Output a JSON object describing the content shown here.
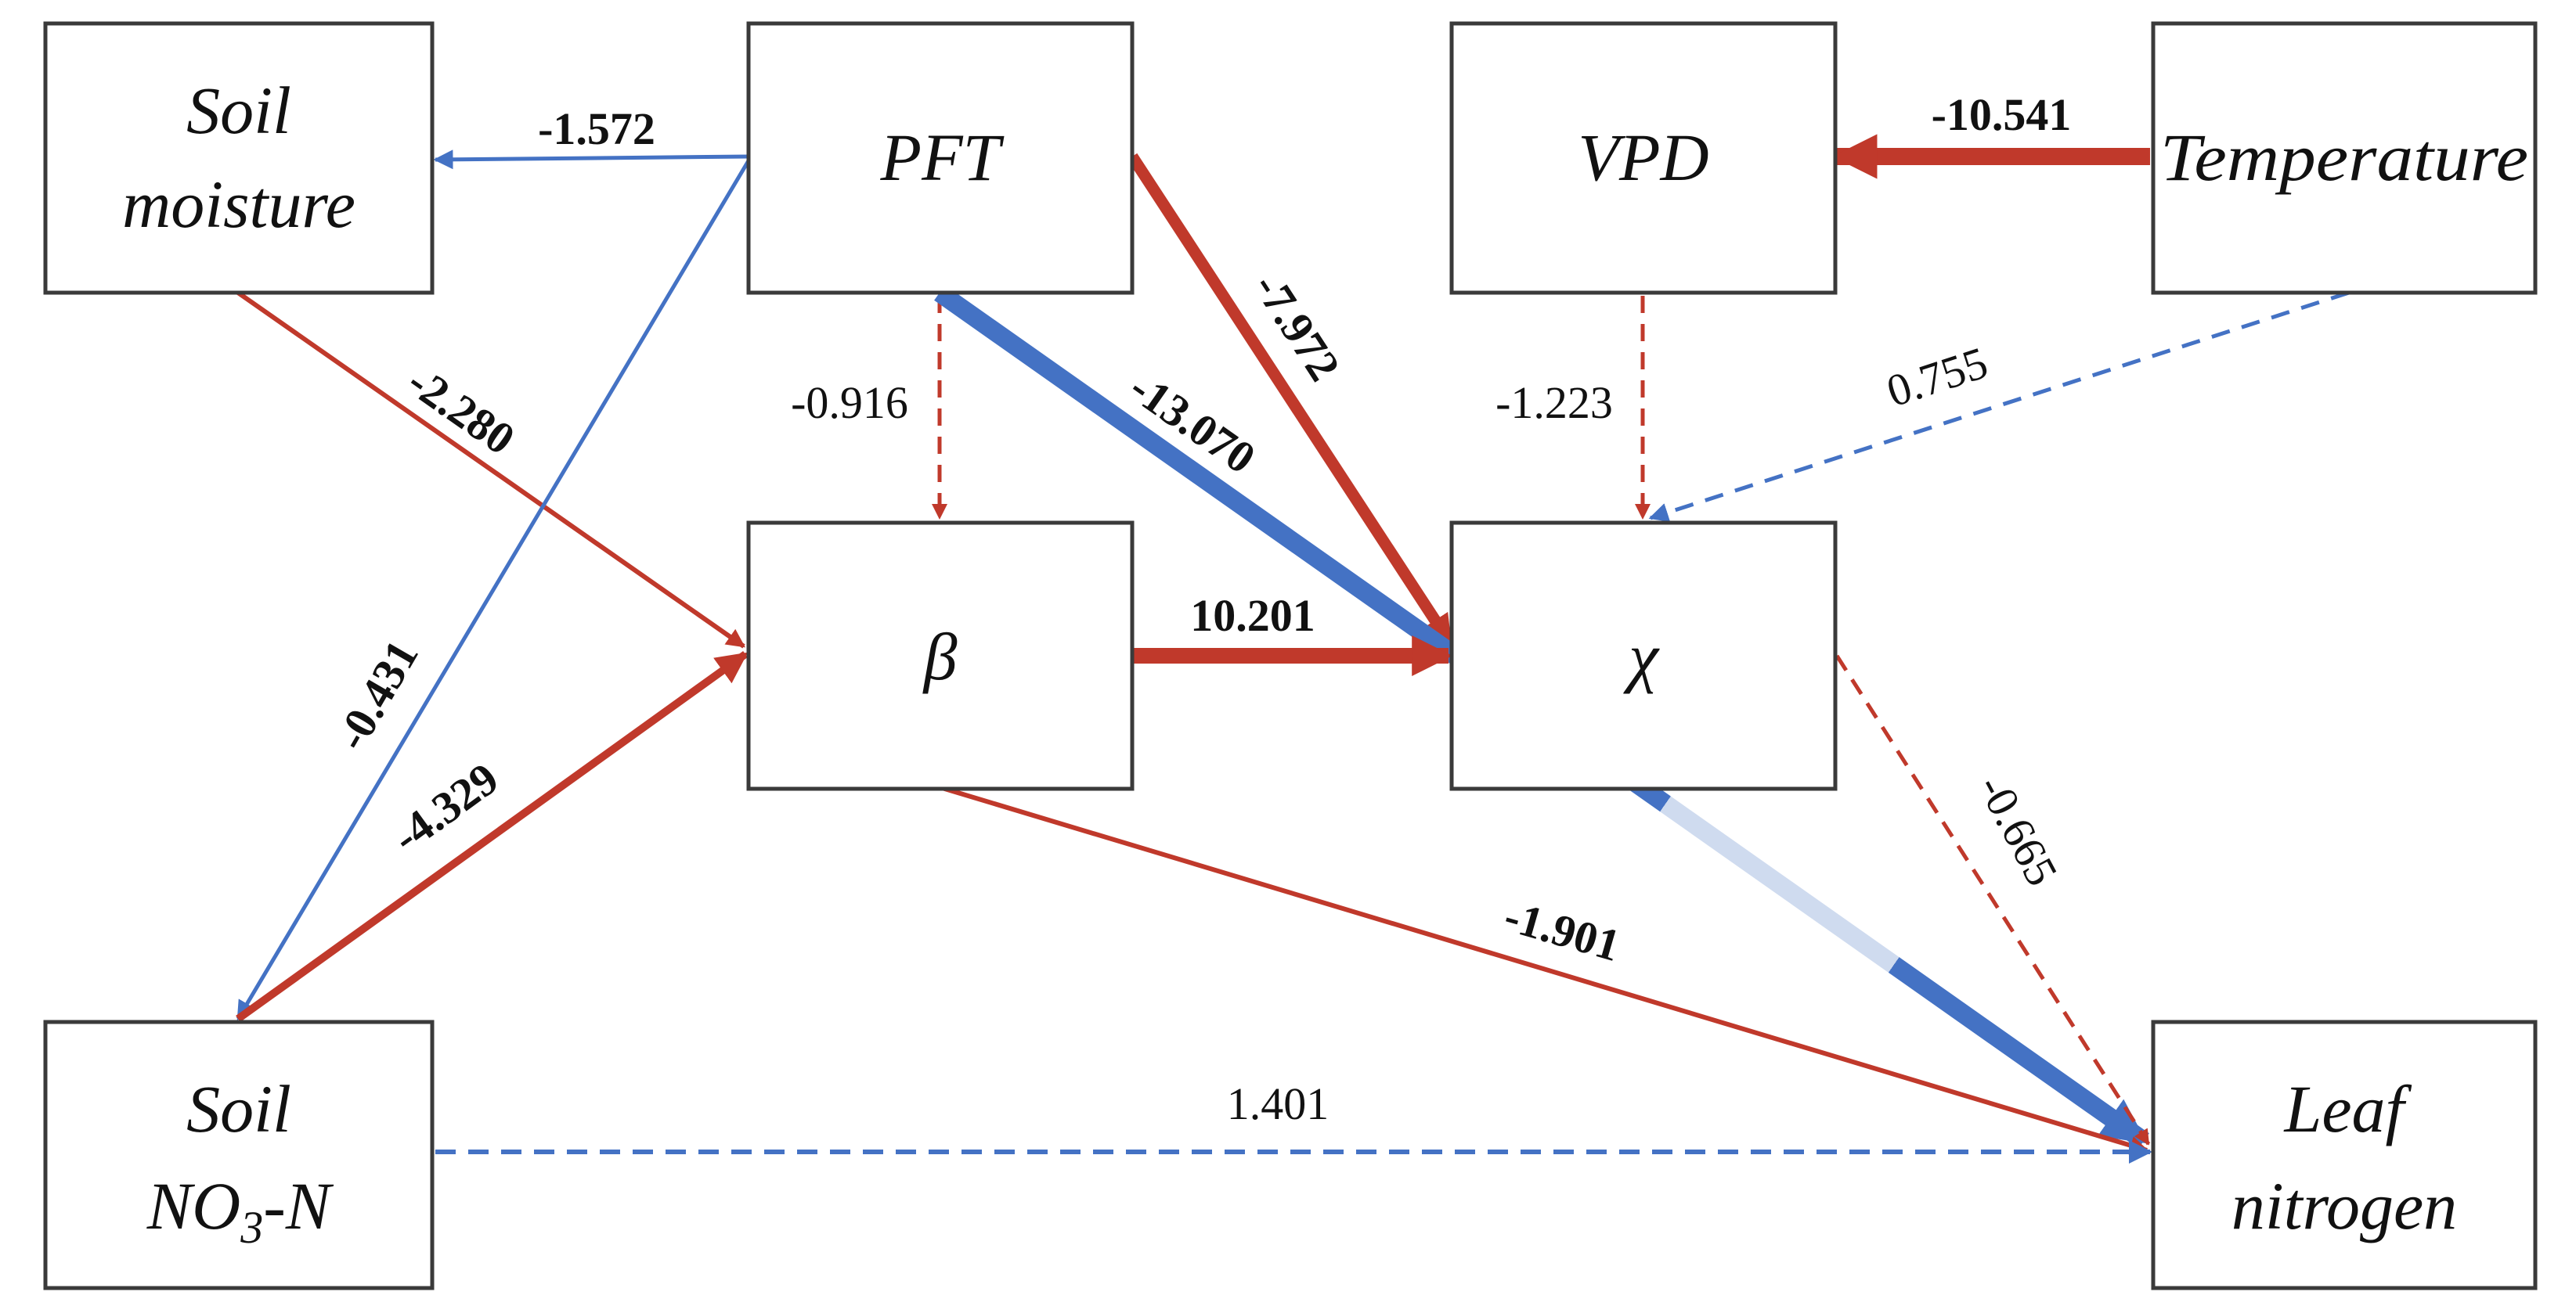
{
  "colors": {
    "negative": "#c0392b",
    "positive": "#4472c4",
    "box_border": "#3a3a3a"
  },
  "nodes": {
    "soil_moisture": {
      "line1": "Soil",
      "line2": "moisture"
    },
    "pft": {
      "label": "PFT"
    },
    "vpd": {
      "label": "VPD"
    },
    "temperature": {
      "label": "Temperature"
    },
    "beta": {
      "label": "β"
    },
    "chi": {
      "label": "χ"
    },
    "soil_no3": {
      "line1": "Soil",
      "line2_main": "NO",
      "line2_sub": "3",
      "line2_end": "-N"
    },
    "leaf_nitrogen": {
      "line1": "Leaf",
      "line2": "nitrogen"
    }
  },
  "edges": {
    "pft_to_soil_moisture": "-1.572",
    "temperature_to_vpd": "-10.541",
    "soil_moisture_to_beta": "-2.280",
    "pft_to_beta": "-0.916",
    "pft_to_leaf_nitrogen": "-13.070",
    "pft_to_chi": "-7.972",
    "vpd_to_chi": "-1.223",
    "temperature_to_chi": "0.755",
    "beta_to_chi": "10.201",
    "pft_to_soil_no3": "-0.431",
    "soil_no3_to_beta": "-4.329",
    "beta_to_leaf_nitrogen": "-1.901",
    "chi_to_leaf_nitrogen": "-0.665",
    "soil_no3_to_leaf_nitrogen": "1.401"
  }
}
